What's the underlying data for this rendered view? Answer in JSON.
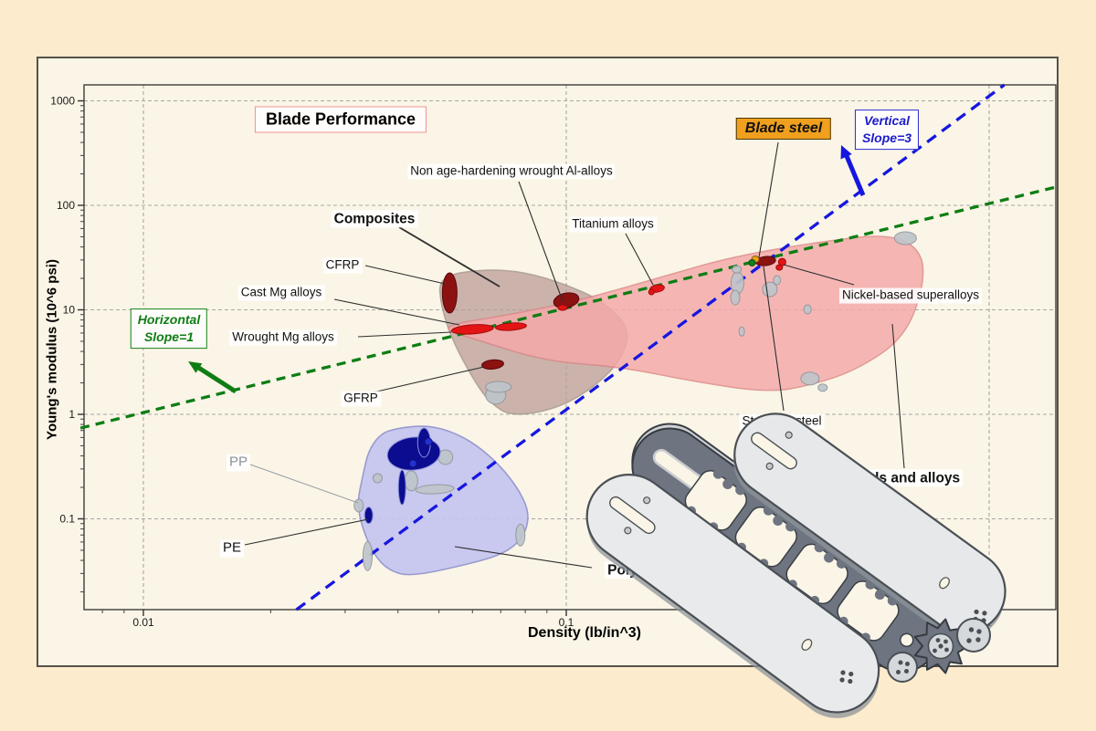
{
  "page": {
    "background": "#fcebcd",
    "panel_background": "#faf5e6"
  },
  "labels": {
    "title": "Blade Performance",
    "blade_steel": "Blade steel",
    "vertical_slope_line1": "Vertical",
    "vertical_slope_line2": "Slope=3",
    "horizontal_slope_line1": "Horizontal",
    "horizontal_slope_line2": "Slope=1",
    "composites": "Composites",
    "non_age_hardening": "Non age-hardening wrought Al-alloys",
    "titanium": "Titanium alloys",
    "cfrp": "CFRP",
    "cast_mg": "Cast Mg alloys",
    "wrought_mg": "Wrought Mg alloys",
    "gfrp": "GFRP",
    "pp": "PP",
    "pe": "PE",
    "polymers": "Polymers",
    "stainless": "Stainless steel",
    "nickel": "Nickel-based superalloys",
    "metals": "Metals and alloys"
  },
  "chart_data": {
    "type": "scatter",
    "title": "Blade Performance",
    "xlabel": "Density (lb/in^3)",
    "ylabel": "Young's modulus (10^6 psi)",
    "x_scale": "log",
    "y_scale": "log",
    "xlim": [
      0.0072,
      1.44
    ],
    "ylim": [
      0.0135,
      1430
    ],
    "grid": "dashed",
    "x_ticks": [
      {
        "value": 0.01,
        "label": "0.01"
      },
      {
        "value": 0.1,
        "label": "0.1"
      },
      {
        "value": 1,
        "label": "1"
      }
    ],
    "y_ticks": [
      {
        "value": 1000,
        "label": "1000"
      },
      {
        "value": 100,
        "label": "100"
      },
      {
        "value": 10,
        "label": "10"
      },
      {
        "value": 1,
        "label": "1"
      },
      {
        "value": 0.1,
        "label": "0.1"
      }
    ],
    "regions": [
      {
        "name": "Composites",
        "fill": "#b99b95",
        "stroke": "#97867f",
        "opacity": 0.72,
        "outline": [
          [
            0.05,
            21
          ],
          [
            0.064,
            24.5
          ],
          [
            0.08,
            23
          ],
          [
            0.1,
            17.4
          ],
          [
            0.122,
            12.1
          ],
          [
            0.142,
            6.6
          ],
          [
            0.135,
            3.3
          ],
          [
            0.116,
            1.8
          ],
          [
            0.095,
            1.13
          ],
          [
            0.074,
            0.95
          ],
          [
            0.066,
            1.3
          ],
          [
            0.061,
            2.0
          ],
          [
            0.054,
            4.9
          ],
          [
            0.0505,
            11
          ]
        ]
      },
      {
        "name": "Metals and alloys",
        "fill": "#f5a9a9",
        "stroke": "#dc8888",
        "opacity": 0.82,
        "outline": [
          [
            0.049,
            6.9
          ],
          [
            0.074,
            9.0
          ],
          [
            0.11,
            12.6
          ],
          [
            0.164,
            20
          ],
          [
            0.245,
            32
          ],
          [
            0.4,
            45
          ],
          [
            0.584,
            53.6
          ],
          [
            0.695,
            36.6
          ],
          [
            0.7,
            16.4
          ],
          [
            0.63,
            5.4
          ],
          [
            0.49,
            2.7
          ],
          [
            0.38,
            1.9
          ],
          [
            0.3,
            1.62
          ],
          [
            0.2,
            2.06
          ],
          [
            0.135,
            2.85
          ],
          [
            0.09,
            3.2
          ],
          [
            0.061,
            5.2
          ]
        ]
      },
      {
        "name": "Polymers",
        "fill": "#c5c5f0",
        "stroke": "#9093cf",
        "opacity": 0.92,
        "outline": [
          [
            0.0385,
            0.72
          ],
          [
            0.046,
            0.79
          ],
          [
            0.053,
            0.7
          ],
          [
            0.061,
            0.52
          ],
          [
            0.07,
            0.32
          ],
          [
            0.078,
            0.18
          ],
          [
            0.082,
            0.107
          ],
          [
            0.079,
            0.065
          ],
          [
            0.071,
            0.046
          ],
          [
            0.059,
            0.037
          ],
          [
            0.043,
            0.028
          ],
          [
            0.038,
            0.032
          ],
          [
            0.035,
            0.046
          ],
          [
            0.033,
            0.08
          ],
          [
            0.032,
            0.14
          ],
          [
            0.033,
            0.255
          ],
          [
            0.034,
            0.44
          ],
          [
            0.036,
            0.62
          ]
        ]
      }
    ],
    "materials": [
      {
        "name": "polymer-blob-1",
        "density": 0.0518,
        "modulus": 0.389,
        "rx": 8,
        "ry": 8,
        "rot": 0,
        "color": "gray"
      },
      {
        "name": "polymer-blob-2",
        "density": 0.043,
        "modulus": 0.231,
        "rx": 7,
        "ry": 11,
        "rot": 0,
        "color": "gray"
      },
      {
        "name": "polymer-blob-3",
        "density": 0.0489,
        "modulus": 0.192,
        "rx": 21,
        "ry": 5,
        "rot": -3,
        "color": "gray"
      },
      {
        "name": "polymer-blob-4",
        "density": 0.0358,
        "modulus": 0.245,
        "rx": 5,
        "ry": 5,
        "rot": 0,
        "color": "gray"
      },
      {
        "name": "polymer-blob-5",
        "density": 0.0323,
        "modulus": 0.134,
        "rx": 5,
        "ry": 7,
        "rot": 0,
        "color": "gray"
      },
      {
        "name": "polymer-blob-6",
        "density": 0.0339,
        "modulus": 0.044,
        "rx": 5,
        "ry": 16,
        "rot": 0,
        "color": "gray"
      },
      {
        "name": "polymer-blob-7",
        "density": 0.0779,
        "modulus": 0.07,
        "rx": 5,
        "ry": 12,
        "rot": 0,
        "color": "gray"
      },
      {
        "name": "alloy-blob-1",
        "density": 0.254,
        "modulus": 18.1,
        "rx": 7,
        "ry": 12,
        "rot": 0,
        "color": "gray"
      },
      {
        "name": "alloy-blob-2",
        "density": 0.251,
        "modulus": 13.1,
        "rx": 5,
        "ry": 8,
        "rot": 0,
        "color": "gray"
      },
      {
        "name": "alloy-blob-3",
        "density": 0.303,
        "modulus": 15.7,
        "rx": 8,
        "ry": 8,
        "rot": 0,
        "color": "gray"
      },
      {
        "name": "alloy-blob-4",
        "density": 0.315,
        "modulus": 19.2,
        "rx": 4,
        "ry": 5,
        "rot": 0,
        "color": "gray"
      },
      {
        "name": "alloy-blob-5",
        "density": 0.372,
        "modulus": 10.1,
        "rx": 4,
        "ry": 5,
        "rot": 0,
        "color": "gray"
      },
      {
        "name": "alloy-blob-6",
        "density": 0.26,
        "modulus": 6.2,
        "rx": 3,
        "ry": 5,
        "rot": 0,
        "color": "gray"
      },
      {
        "name": "alloy-blob-7",
        "density": 0.377,
        "modulus": 2.2,
        "rx": 10,
        "ry": 7,
        "rot": 0,
        "color": "gray"
      },
      {
        "name": "alloy-blob-8",
        "density": 0.404,
        "modulus": 1.8,
        "rx": 5,
        "ry": 4,
        "rot": 0,
        "color": "gray"
      },
      {
        "name": "alloy-blob-9",
        "density": 0.634,
        "modulus": 48.5,
        "rx": 12,
        "ry": 7,
        "rot": 0,
        "color": "gray"
      },
      {
        "name": "alloy-blob-10",
        "density": 0.253,
        "modulus": 24.4,
        "rx": 5,
        "ry": 4,
        "rot": 0,
        "color": "gray"
      },
      {
        "name": "composite-blob-1",
        "density": 0.0681,
        "modulus": 1.53,
        "rx": 11,
        "ry": 10,
        "rot": 0,
        "color": "gray"
      },
      {
        "name": "composite-blob-2",
        "density": 0.0691,
        "modulus": 1.83,
        "rx": 14,
        "ry": 6,
        "rot": 0,
        "color": "gray"
      },
      {
        "name": "CFRP",
        "density": 0.053,
        "modulus": 14.5,
        "rx": 8,
        "ry": 22,
        "rot": 0,
        "color": "darkred"
      },
      {
        "name": "Non age-hardening wrought Al-alloys",
        "density": 0.1,
        "modulus": 12.3,
        "rx": 14,
        "ry": 8,
        "rot": -12,
        "color": "darkred"
      },
      {
        "name": "Al-alloys lower",
        "density": 0.098,
        "modulus": 10.5,
        "rx": 5,
        "ry": 3,
        "rot": 0,
        "color": "red"
      },
      {
        "name": "GFRP",
        "density": 0.067,
        "modulus": 3.0,
        "rx": 12,
        "ry": 5,
        "rot": -6,
        "color": "darkred"
      },
      {
        "name": "Cast Mg alloys",
        "density": 0.06,
        "modulus": 6.5,
        "rx": 23,
        "ry": 5,
        "rot": -4,
        "color": "red"
      },
      {
        "name": "Wrought Mg alloys",
        "density": 0.074,
        "modulus": 6.9,
        "rx": 17,
        "ry": 4,
        "rot": -4,
        "color": "red"
      },
      {
        "name": "Titanium alloys",
        "density": 0.164,
        "modulus": 16.0,
        "rx": 8,
        "ry": 4,
        "rot": -10,
        "color": "red"
      },
      {
        "name": "Titanium alloys small",
        "density": 0.159,
        "modulus": 14.8,
        "rx": 3,
        "ry": 3,
        "rot": 0,
        "color": "red"
      },
      {
        "name": "Blade steel",
        "density": 0.296,
        "modulus": 29.3,
        "rx": 11,
        "ry": 5,
        "rot": -6,
        "color": "darkred"
      },
      {
        "name": "Stainless steel",
        "density": 0.324,
        "modulus": 28.7,
        "rx": 4,
        "ry": 4,
        "rot": 0,
        "color": "red"
      },
      {
        "name": "Low-alloy steel",
        "density": 0.319,
        "modulus": 25.4,
        "rx": 3.5,
        "ry": 3,
        "rot": 0,
        "color": "red"
      },
      {
        "name": "steel-marker-orange",
        "density": 0.28,
        "modulus": 30.5,
        "rx": 4,
        "ry": 3.5,
        "rot": 0,
        "color": "orange"
      },
      {
        "name": "steel-marker-green",
        "density": 0.275,
        "modulus": 28.2,
        "rx": 3.5,
        "ry": 3.5,
        "rot": 0,
        "color": "green"
      },
      {
        "name": "Engineering polymers",
        "density": 0.0436,
        "modulus": 0.421,
        "rx": 29,
        "ry": 18,
        "rot": -6,
        "color": "navy"
      },
      {
        "name": "polymer-navy-2",
        "density": 0.0461,
        "modulus": 0.536,
        "rx": 7,
        "ry": 16,
        "rot": 0,
        "color": "navy"
      },
      {
        "name": "polymer-dot-1",
        "density": 0.0472,
        "modulus": 0.547,
        "rx": 4,
        "ry": 4,
        "rot": 0,
        "color": "blue"
      },
      {
        "name": "polymer-dot-2",
        "density": 0.0434,
        "modulus": 0.338,
        "rx": 4,
        "ry": 4,
        "rot": 0,
        "color": "blue"
      },
      {
        "name": "PP",
        "density": 0.0409,
        "modulus": 0.2,
        "rx": 4,
        "ry": 19,
        "rot": 0,
        "color": "navy"
      },
      {
        "name": "PE",
        "density": 0.0341,
        "modulus": 0.108,
        "rx": 4.5,
        "ry": 9,
        "rot": 0,
        "color": "navy"
      }
    ],
    "guide_lines": [
      {
        "name": "Horizontal Slope=1",
        "slope": 1,
        "through": [
          0.1,
          10.4
        ],
        "density_range": [
          0.0071,
          1.43
        ],
        "color": "#0e7d14",
        "dash": "10 7"
      },
      {
        "name": "Vertical Slope=3",
        "slope": 3,
        "through": [
          0.1,
          1.11
        ],
        "density_range": [
          0.023,
          1.086
        ],
        "color": "#1616e0",
        "dash": "12 8"
      }
    ]
  }
}
